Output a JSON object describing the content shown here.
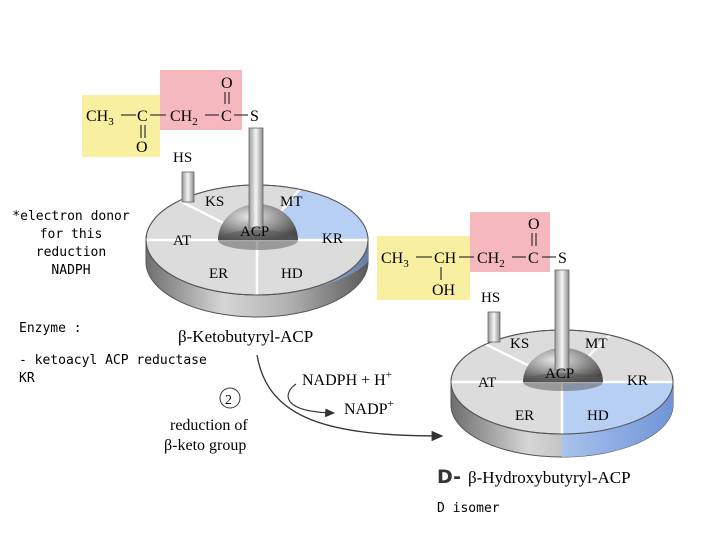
{
  "colors": {
    "yellow": "#f8f0a0",
    "pink": "#f6b8bf",
    "blue": "#b8cff4",
    "disk": "#dcdcdc",
    "rim": "#9a9a9a"
  },
  "notes": {
    "electron_donor": [
      "*electron donor",
      "for this",
      "reduction",
      "NADPH"
    ],
    "enzyme_title": "Enzyme :",
    "enzyme_lines": [
      "- ketoacyl ACP reductase",
      "KR"
    ],
    "isomer_prefix": "D-",
    "isomer": "D  isomer"
  },
  "top_complex": {
    "chem": {
      "ch3": "CH",
      "ch3_sub": "3",
      "c": "C",
      "ch2": "CH",
      "ch2_sub": "2",
      "c2": "C",
      "s": "S",
      "o_top": "O",
      "o_bottom": "O"
    },
    "hs": "HS",
    "segments": {
      "ks": "KS",
      "mt": "MT",
      "kr": "KR",
      "hd": "HD",
      "er": "ER",
      "at": "AT"
    },
    "acp": "ACP",
    "label": "β-Ketobutyryl-ACP"
  },
  "bottom_complex": {
    "chem": {
      "ch3": "CH",
      "ch3_sub": "3",
      "ch": "CH",
      "ch2": "CH",
      "ch2_sub": "2",
      "c": "C",
      "s": "S",
      "o_top": "O",
      "oh": "OH"
    },
    "hs": "HS",
    "segments": {
      "ks": "KS",
      "mt": "MT",
      "kr": "KR",
      "hd": "HD",
      "er": "ER",
      "at": "AT"
    },
    "acp": "ACP",
    "label": "β-Hydroxybutyryl-ACP"
  },
  "reaction": {
    "step": "2",
    "desc_line1": "reduction of",
    "desc_line2": "β-keto group",
    "cofactor_in": "NADPH + H",
    "cofactor_in_sup": "+",
    "cofactor_out": "NADP",
    "cofactor_out_sup": "+"
  }
}
